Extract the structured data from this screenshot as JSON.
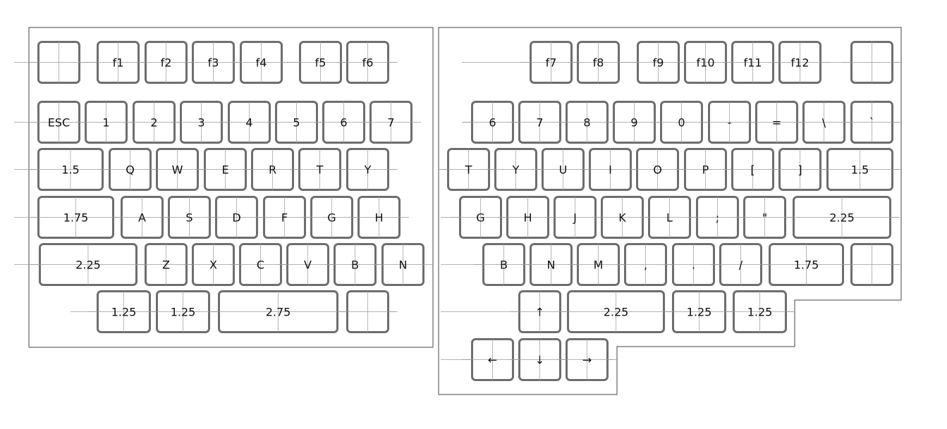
{
  "colors": {
    "outline": "#444444",
    "key_border": "#6e6e6e",
    "guide": "#9a9a9a",
    "label": "#111111",
    "background": "#ffffff"
  },
  "left_half": {
    "rows": [
      [
        "",
        "f1",
        "f2",
        "f3",
        "f4",
        "f5",
        "f6"
      ],
      [
        "ESC",
        "1",
        "2",
        "3",
        "4",
        "5",
        "6",
        "7"
      ],
      [
        "1.5",
        "Q",
        "W",
        "E",
        "R",
        "T",
        "Y"
      ],
      [
        "1.75",
        "A",
        "S",
        "D",
        "F",
        "G",
        "H"
      ],
      [
        "2.25",
        "Z",
        "X",
        "C",
        "V",
        "B",
        "N"
      ],
      [
        "1.25",
        "1.25",
        "2.75",
        ""
      ]
    ]
  },
  "right_half": {
    "rows": [
      [
        "f7",
        "f8",
        "f9",
        "f10",
        "f11",
        "f12",
        ""
      ],
      [
        "6",
        "7",
        "8",
        "9",
        "0",
        "-",
        "=",
        "\\",
        "`"
      ],
      [
        "T",
        "Y",
        "U",
        "I",
        "O",
        "P",
        "[",
        "]",
        "1.5"
      ],
      [
        "G",
        "H",
        "J",
        "K",
        "L",
        ";",
        "\"",
        "2.25"
      ],
      [
        "B",
        "N",
        "M",
        ",",
        ".",
        "/",
        "1.75",
        ""
      ],
      [
        "↑",
        "2.25",
        "1.25",
        "1.25"
      ],
      [
        "←",
        "↓",
        "→"
      ]
    ]
  }
}
